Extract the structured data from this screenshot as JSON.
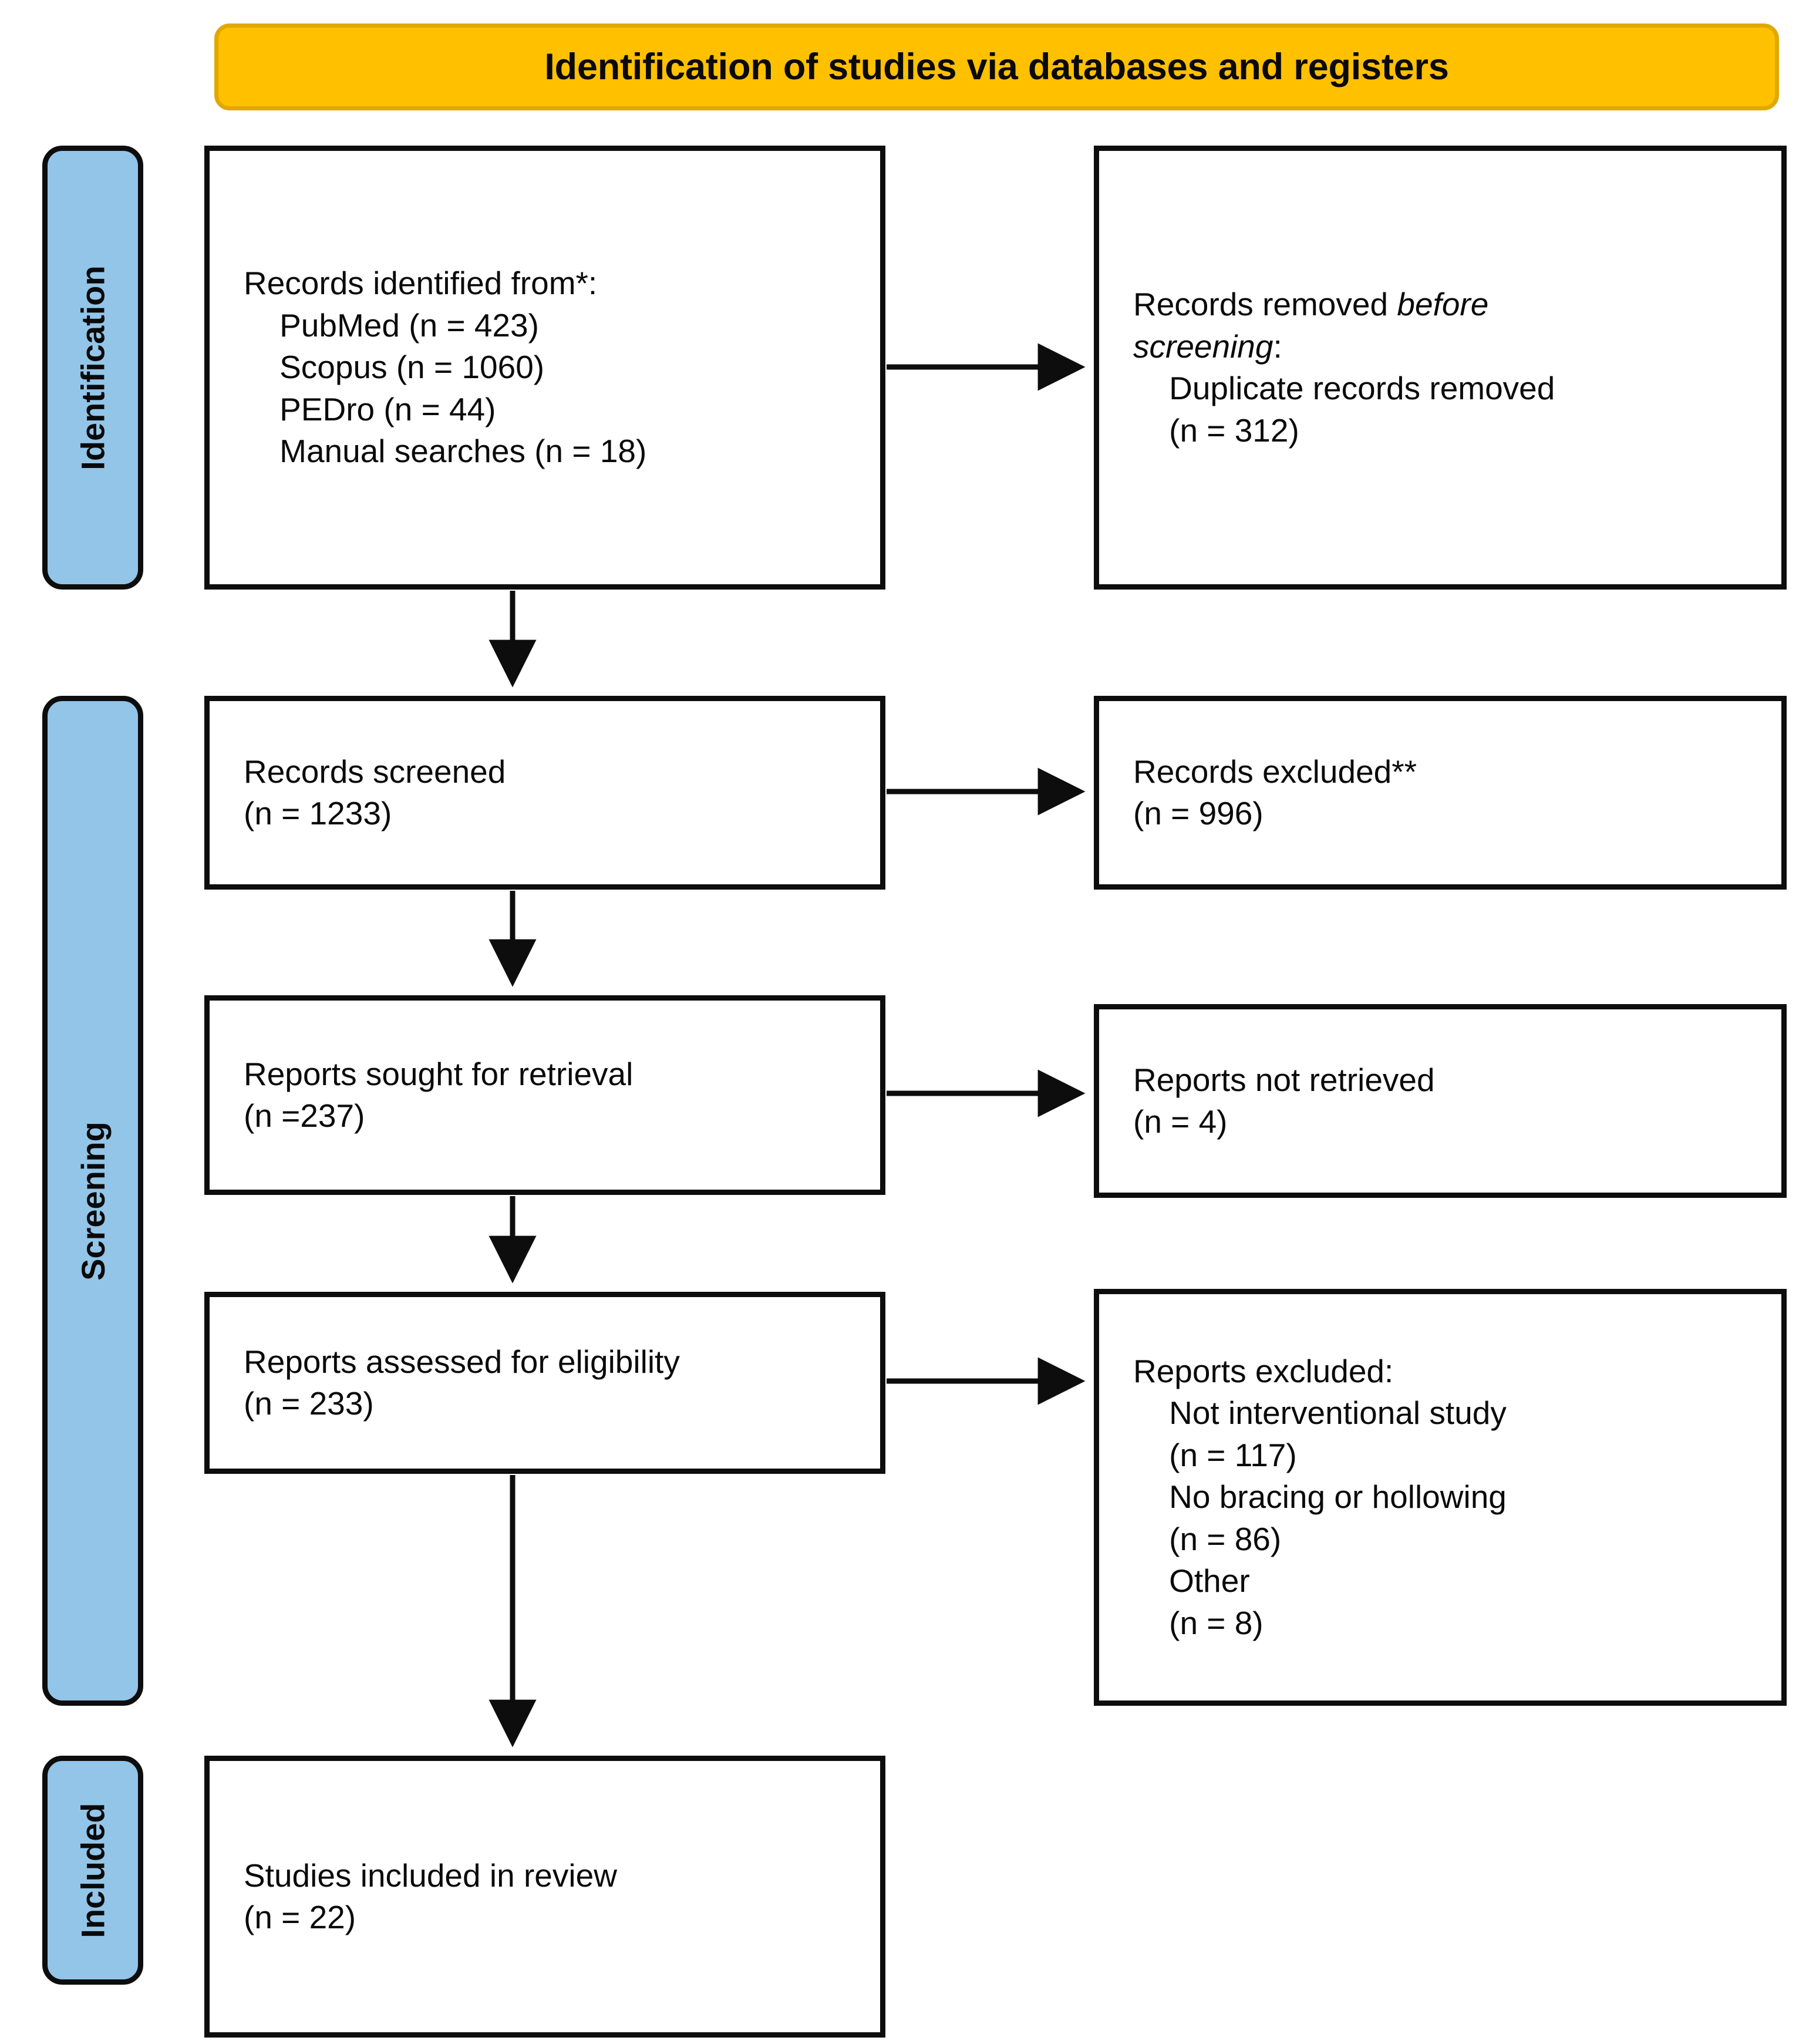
{
  "header": {
    "title": "Identification of studies via databases and registers",
    "bg_color": "#FFC000",
    "border_color": "#E0A800"
  },
  "stages": {
    "accent_color": "#92C5E8",
    "items": [
      {
        "id": "identification",
        "label": "Identification"
      },
      {
        "id": "screening",
        "label": "Screening"
      },
      {
        "id": "included",
        "label": "Included"
      }
    ]
  },
  "boxes": {
    "identified": "Records identified from*:\n    PubMed (n = 423)\n    Scopus (n = 1060)\n    PEDro (n = 44)\n    Manual searches (n = 18)",
    "removed_line1": "Records removed ",
    "removed_italic1": "before",
    "removed_italic2": "screening",
    "removed_rest": ":\n    Duplicate records removed\n    (n = 312)",
    "screened": "Records screened\n(n = 1233)",
    "excluded_records": "Records excluded**\n(n = 996)",
    "sought": "Reports sought for retrieval\n(n =237)",
    "not_retrieved": "Reports not retrieved\n(n = 4)",
    "assessed": "Reports assessed for eligibility\n(n = 233)",
    "excluded_reports": "Reports excluded:\n    Not interventional study\n    (n = 117)\n    No bracing or hollowing\n    (n = 86)\n    Other\n    (n = 8)",
    "included": "Studies included in review\n(n = 22)"
  },
  "counts": {
    "pubmed": 423,
    "scopus": 1060,
    "pedro": 44,
    "manual_searches": 18,
    "duplicates_removed": 312,
    "records_screened": 1233,
    "records_excluded": 996,
    "reports_sought": 237,
    "reports_not_retrieved": 4,
    "reports_assessed": 233,
    "not_interventional_study": 117,
    "no_bracing_or_hollowing": 86,
    "other_excluded": 8,
    "studies_included": 22
  }
}
